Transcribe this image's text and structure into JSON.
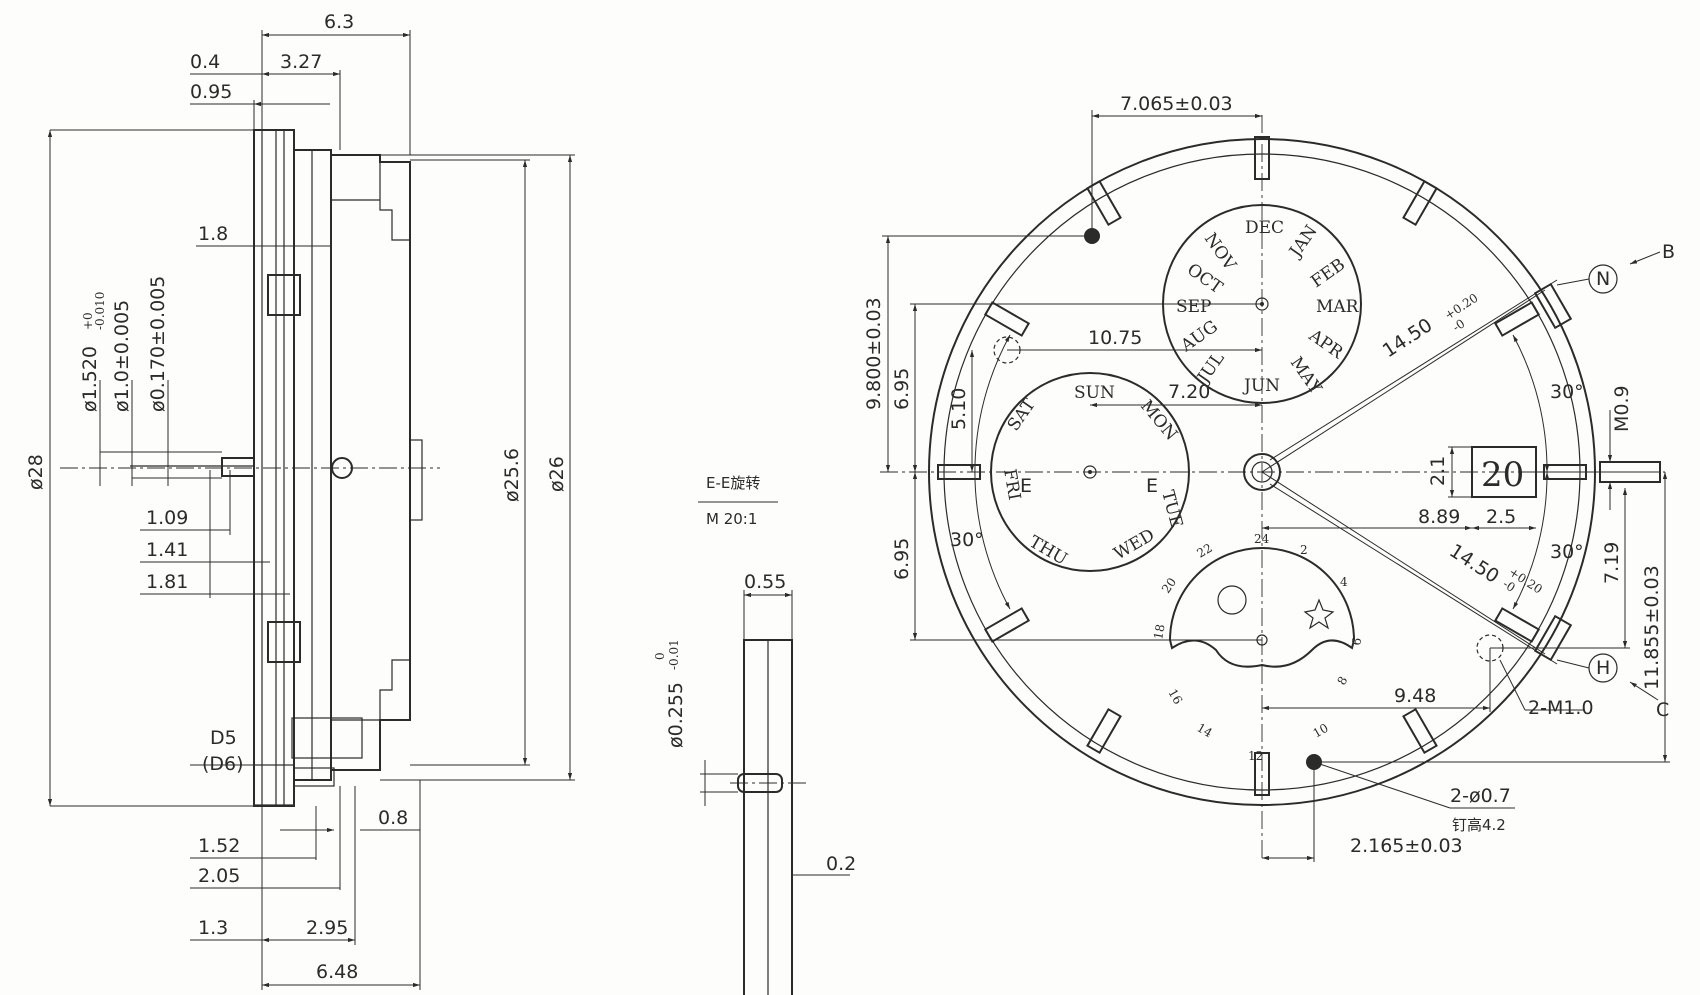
{
  "side_view": {
    "dims_top": [
      "6.3",
      "0.4",
      "3.27",
      "0.95"
    ],
    "dim_18": "1.8",
    "dim_dia28": "ø28",
    "dim_dia256": "ø25.6",
    "dim_dia26": "ø26",
    "dim_pin1": "ø1.520",
    "dim_pin1_tol_top": "+0",
    "dim_pin1_tol_bot": "-0.010",
    "dim_pin2": "ø1.0±0.005",
    "dim_pin3": "ø0.170±0.005",
    "dims_left": [
      "1.09",
      "1.41",
      "1.81"
    ],
    "d5": "D5",
    "d6": "(D6)",
    "dim_08": "0.8",
    "dims_bottom": [
      "1.52",
      "2.05",
      "1.3",
      "2.95",
      "6.48"
    ]
  },
  "detail_view": {
    "title": "E-E旋转",
    "scale": "M 20:1",
    "dim_055": "0.55",
    "dim_dia": "ø0.255",
    "dim_dia_tol_top": "0",
    "dim_dia_tol_bot": "-0.01",
    "dim_02": "0.2"
  },
  "front_view": {
    "dim_top": "7.065±0.03",
    "dim_9800": "9.800±0.03",
    "dim_695_a": "6.95",
    "dim_510": "5.10",
    "dim_1075": "10.75",
    "dim_720": "7.20",
    "dim_695_b": "6.95",
    "angle_30_left": "30°",
    "angle_30_right_top": "30°",
    "angle_30_right_bot": "30°",
    "dim_1450_a": "14.50",
    "dim_1450_b": "14.50",
    "tol_1450_top": "+0.20",
    "tol_1450_bot": "-0",
    "label_N": "N",
    "label_H": "H",
    "label_B": "B",
    "label_C": "C",
    "dim_m09": "M0.9",
    "dim_21": "2.1",
    "date_window": "20",
    "dim_889": "8.89",
    "dim_25": "2.5",
    "dim_719": "7.19",
    "dim_11855": "11.855±0.03",
    "dim_948": "9.48",
    "dim_2m10": "2-M1.0",
    "dim_2d07": "2-ø0.7",
    "note_pin": "钉高4.2",
    "dim_2165": "2.165±0.03",
    "months": [
      "DEC",
      "JAN",
      "FEB",
      "MAR",
      "APR",
      "MAY",
      "JUN",
      "JUL",
      "AUG",
      "SEP",
      "OCT",
      "NOV"
    ],
    "days": [
      "SUN",
      "MON",
      "TUE",
      "WED",
      "THU",
      "FRI",
      "SAT"
    ],
    "e_left": "E",
    "e_right": "E",
    "hours_24": [
      "24",
      "2",
      "4",
      "6",
      "8",
      "10",
      "12",
      "14",
      "16",
      "18",
      "20",
      "22"
    ]
  }
}
